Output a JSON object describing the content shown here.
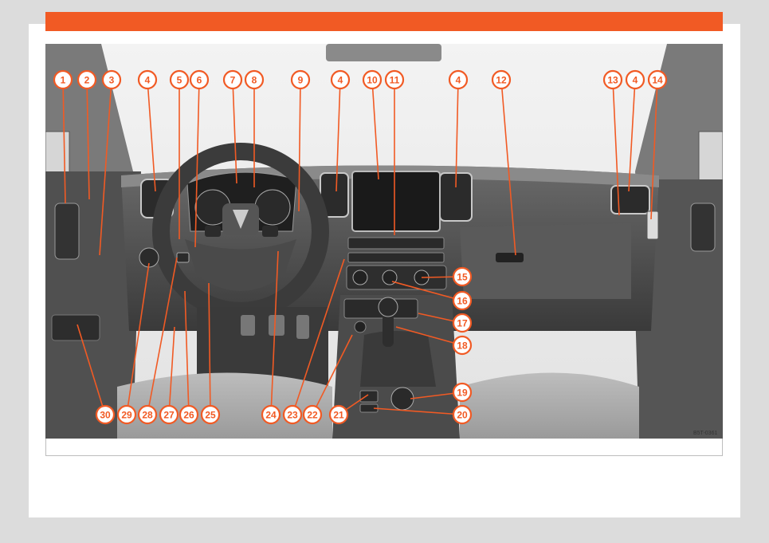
{
  "colors": {
    "accent": "#f15a24",
    "page": "#ffffff",
    "background": "#dcdcdc"
  },
  "figure": {
    "code": "B5T-0361",
    "callouts": [
      {
        "n": "1"
      },
      {
        "n": "2"
      },
      {
        "n": "3"
      },
      {
        "n": "4"
      },
      {
        "n": "5"
      },
      {
        "n": "6"
      },
      {
        "n": "7"
      },
      {
        "n": "8"
      },
      {
        "n": "9"
      },
      {
        "n": "4"
      },
      {
        "n": "10"
      },
      {
        "n": "11"
      },
      {
        "n": "4"
      },
      {
        "n": "12"
      },
      {
        "n": "13"
      },
      {
        "n": "4"
      },
      {
        "n": "14"
      },
      {
        "n": "15"
      },
      {
        "n": "16"
      },
      {
        "n": "17"
      },
      {
        "n": "18"
      },
      {
        "n": "19"
      },
      {
        "n": "20"
      },
      {
        "n": "21"
      },
      {
        "n": "22"
      },
      {
        "n": "23"
      },
      {
        "n": "24"
      },
      {
        "n": "25"
      },
      {
        "n": "26"
      },
      {
        "n": "27"
      },
      {
        "n": "28"
      },
      {
        "n": "29"
      },
      {
        "n": "30"
      }
    ]
  }
}
